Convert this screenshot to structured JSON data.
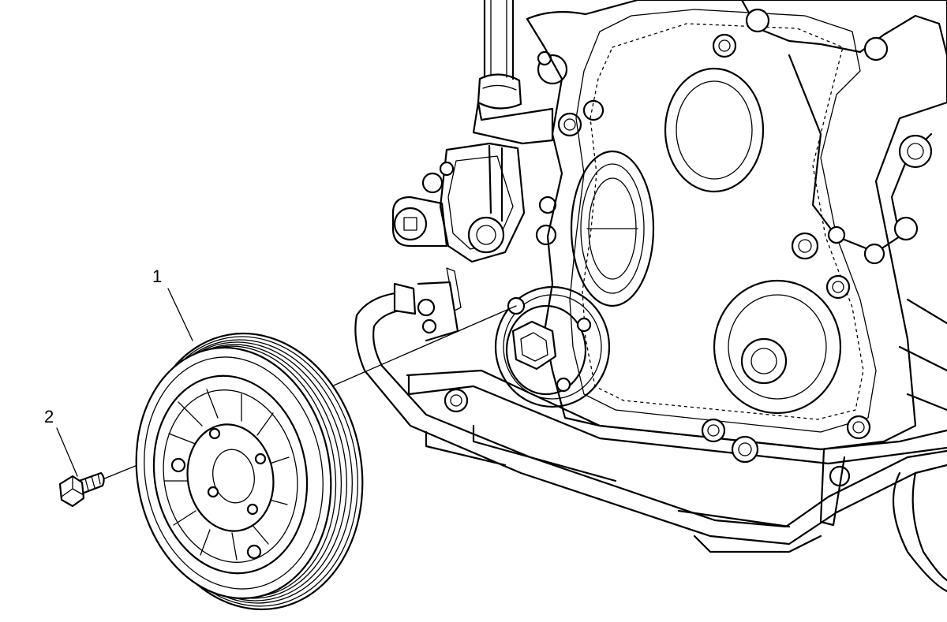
{
  "callouts": [
    {
      "id": 1,
      "label": "1",
      "part": "crankshaft-balancer"
    },
    {
      "id": 2,
      "label": "2",
      "part": "crankshaft-balancer-bolt"
    }
  ],
  "colors": {
    "line": "#000000",
    "background": "#ffffff"
  }
}
